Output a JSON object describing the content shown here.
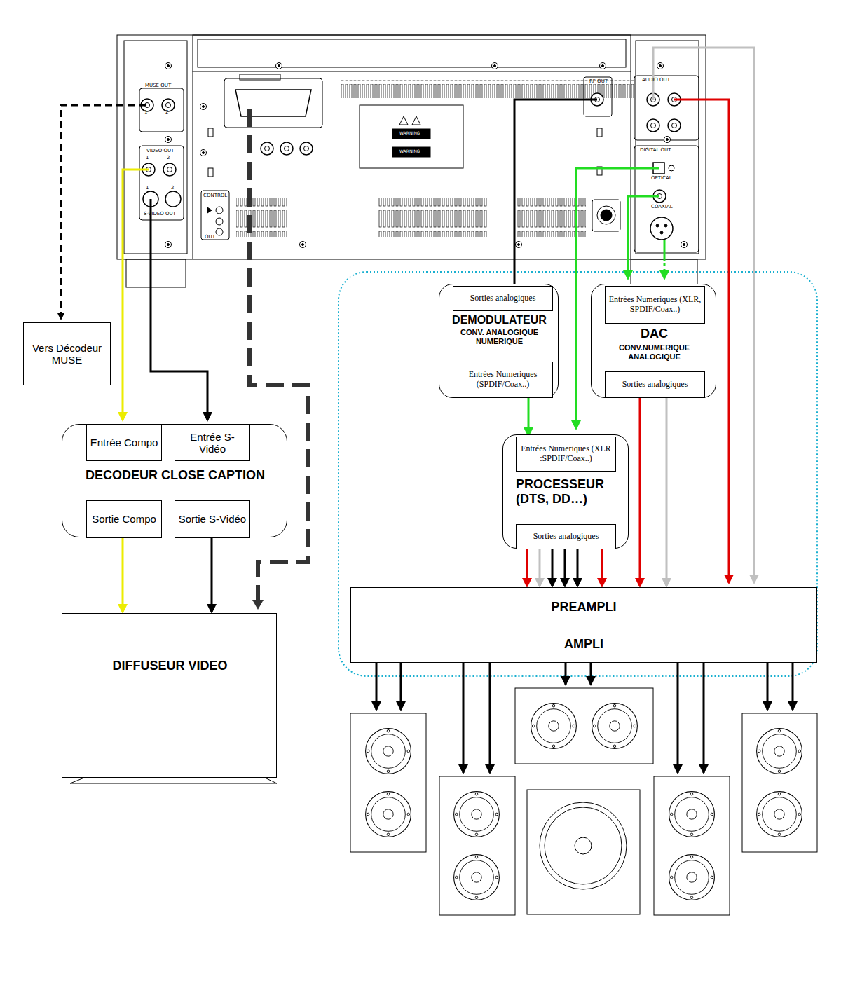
{
  "diagram": {
    "nodes": [
      {
        "text": [
          "Vers Décodeur MUSE"
        ]
      },
      {
        "text": [
          "DECODEUR CLOSE CAPTION"
        ]
      },
      {
        "text": [
          "Entrée Compo"
        ],
        "in": 1
      },
      {
        "text": [
          "Entrée S-Vidéo"
        ],
        "in": 1
      },
      {
        "text": [
          "Sortie Compo"
        ],
        "in": 1
      },
      {
        "text": [
          "Sortie S-Vidéo"
        ],
        "in": 1
      },
      {
        "text": [
          "DIFFUSEUR VIDEO"
        ]
      },
      {
        "text": [
          "DEMODULATEUR",
          "CONV. ANALOGIQUE NUMERIQUE"
        ]
      },
      {
        "text": [
          "Sorties analogiques"
        ],
        "in": 7
      },
      {
        "text": [
          "Entrées Numeriques (SPDIF/Coax..)"
        ],
        "in": 7
      },
      {
        "text": [
          "DAC",
          "CONV.NUMERIQUE ANALOGIQUE"
        ]
      },
      {
        "text": [
          "Entrées Numeriques (XLR, SPDIF/Coax..)"
        ],
        "in": 10
      },
      {
        "text": [
          "Sorties analogiques"
        ],
        "in": 10
      },
      {
        "text": [
          "PROCESSEUR (DTS, DD…)"
        ]
      },
      {
        "text": [
          "Entrées Numeriques (XLR :SPDIF/Coax..)"
        ],
        "in": 13
      },
      {
        "text": [
          "Sorties analogiques"
        ],
        "in": 13
      },
      {
        "text": [
          "PREAMPLI"
        ]
      },
      {
        "text": [
          "AMPLI"
        ]
      }
    ],
    "edges": [
      {
        "from": 4,
        "to": 6,
        "arrow": "to"
      },
      {
        "from": 5,
        "to": 6,
        "arrow": "to"
      },
      {
        "from": 9,
        "to": 14,
        "arrow": "to"
      },
      {
        "from": 15,
        "to": 16,
        "arrow": "to"
      },
      {
        "from": 15,
        "to": 16,
        "arrow": "to"
      },
      {
        "from": 15,
        "to": 16,
        "arrow": "to"
      },
      {
        "from": 15,
        "to": 16,
        "arrow": "to"
      },
      {
        "from": 15,
        "to": 16,
        "arrow": "to"
      },
      {
        "from": 15,
        "to": 16,
        "arrow": "to"
      },
      {
        "from": 12,
        "to": 16,
        "arrow": "to"
      },
      {
        "from": 12,
        "to": 16,
        "arrow": "to"
      }
    ],
    "labels": [
      "MUSE OUT",
      "1",
      "2",
      "VIDEO OUT",
      "1",
      "2",
      "1",
      "2",
      "S-VIDEO OUT",
      "CONTROL",
      "OUT",
      "RF OUT",
      "AUDIO OUT",
      "DIGITAL OUT",
      "OPTICAL",
      "COAXIAL",
      "WARNING",
      "WARNING"
    ]
  }
}
